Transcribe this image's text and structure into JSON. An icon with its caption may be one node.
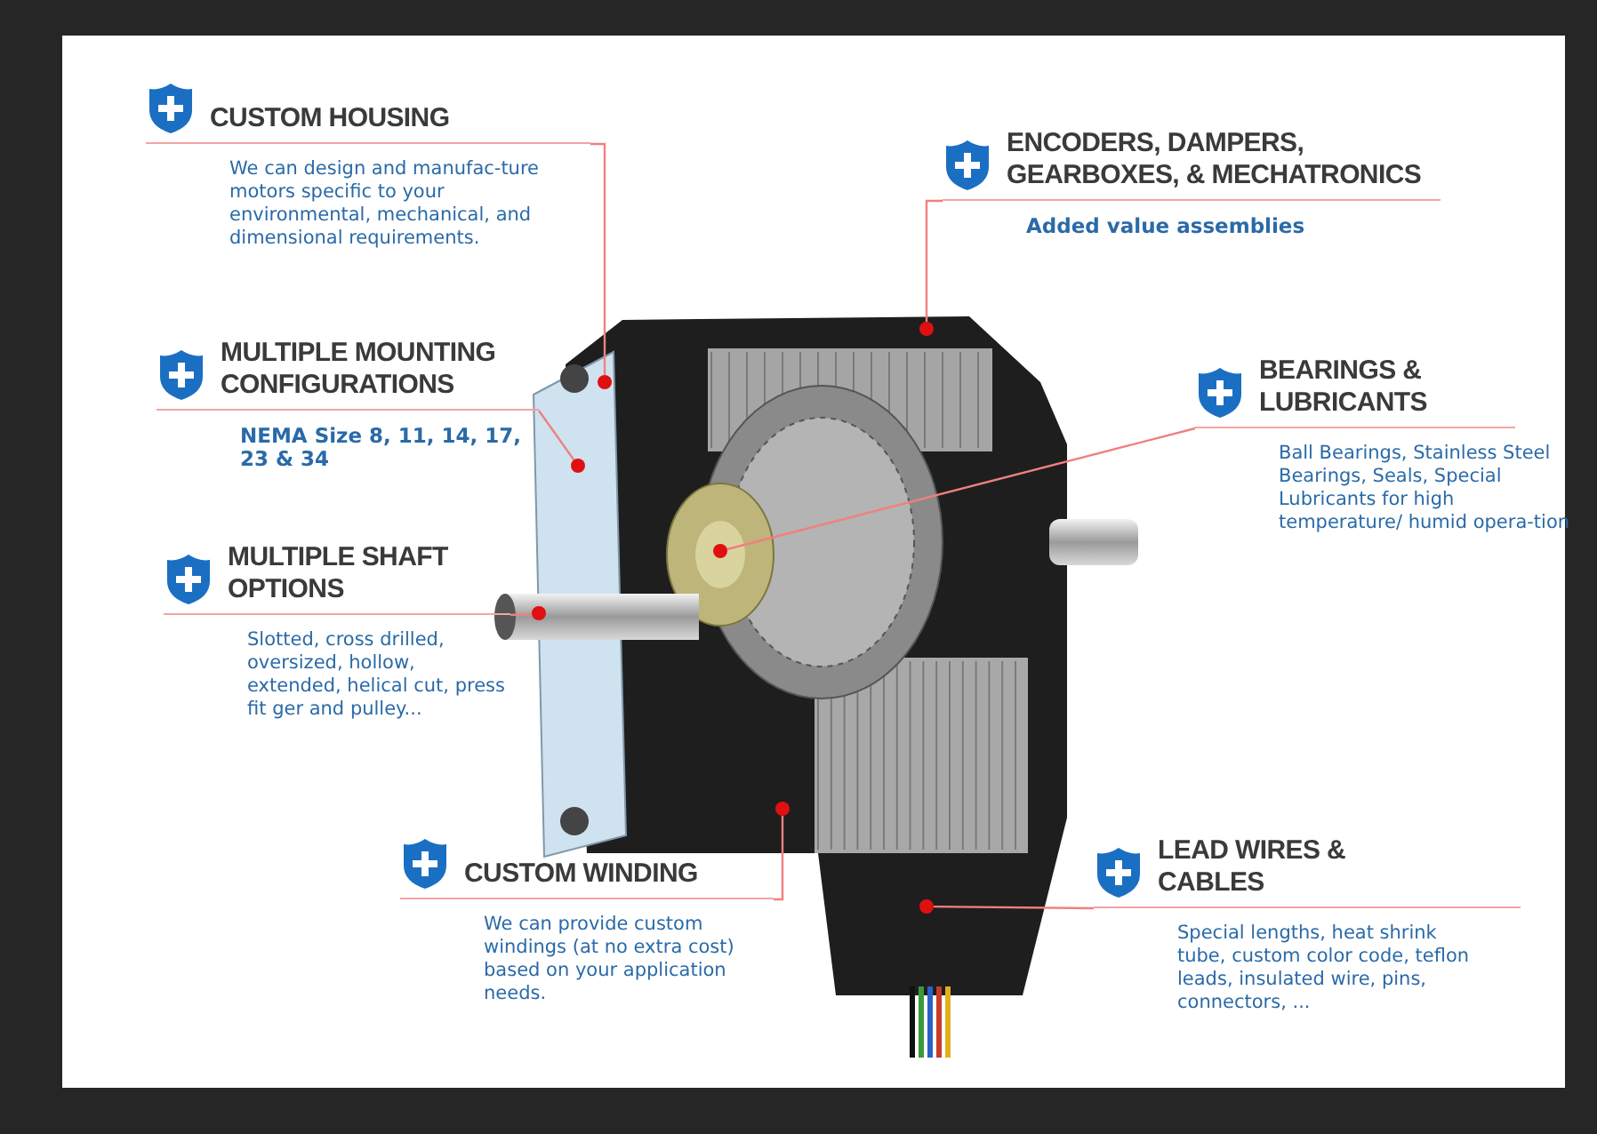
{
  "diagram": {
    "nodes": [
      {
        "text": [
          "CUSTOM HOUSING",
          "We can design and manufac-ture motors specific to your environmental, mechanical, and dimensional requirements."
        ]
      },
      {
        "text": [
          "ENCODERS, DAMPERS, GEARBOXES, & MECHATRONICS",
          "Added value assemblies"
        ]
      },
      {
        "text": [
          "MULTIPLE MOUNTING CONFIGURATIONS",
          "NEMA Size 8, 11, 14, 17, 23 & 34"
        ]
      },
      {
        "text": [
          "BEARINGS & LUBRICANTS",
          "Ball Bearings, Stainless Steel Bearings, Seals, Special Lubricants for high temperature/ humid opera-tion"
        ]
      },
      {
        "text": [
          "MULTIPLE SHAFT OPTIONS",
          "Slotted, cross drilled, oversized, hollow, extended, helical cut, press fit ger and pulley..."
        ]
      },
      {
        "text": [
          "CUSTOM WINDING",
          "We can provide custom windings (at no extra cost) based on your application needs."
        ]
      },
      {
        "text": [
          "LEAD WIRES & CABLES",
          "Special lengths, heat shrink tube, custom color code, teflon leads, insulated wire, pins, connectors, ..."
        ]
      },
      {
        "text": [],
        "shape": "circle"
      },
      {
        "text": [],
        "shape": "circle"
      },
      {
        "text": [],
        "shape": "circle"
      },
      {
        "text": [],
        "shape": "circle"
      },
      {
        "text": [],
        "shape": "circle"
      },
      {
        "text": [],
        "shape": "circle"
      },
      {
        "text": [],
        "shape": "circle"
      }
    ],
    "edges": [
      {
        "from": 0,
        "to": 7,
        "arrow": "none"
      },
      {
        "from": 1,
        "to": 8,
        "arrow": "none"
      },
      {
        "from": 2,
        "to": 9,
        "arrow": "none"
      },
      {
        "from": 3,
        "to": 10,
        "arrow": "none"
      },
      {
        "from": 4,
        "to": 11,
        "arrow": "none"
      },
      {
        "from": 5,
        "to": 12,
        "arrow": "none"
      },
      {
        "from": 6,
        "to": 13,
        "arrow": "none"
      }
    ]
  }
}
